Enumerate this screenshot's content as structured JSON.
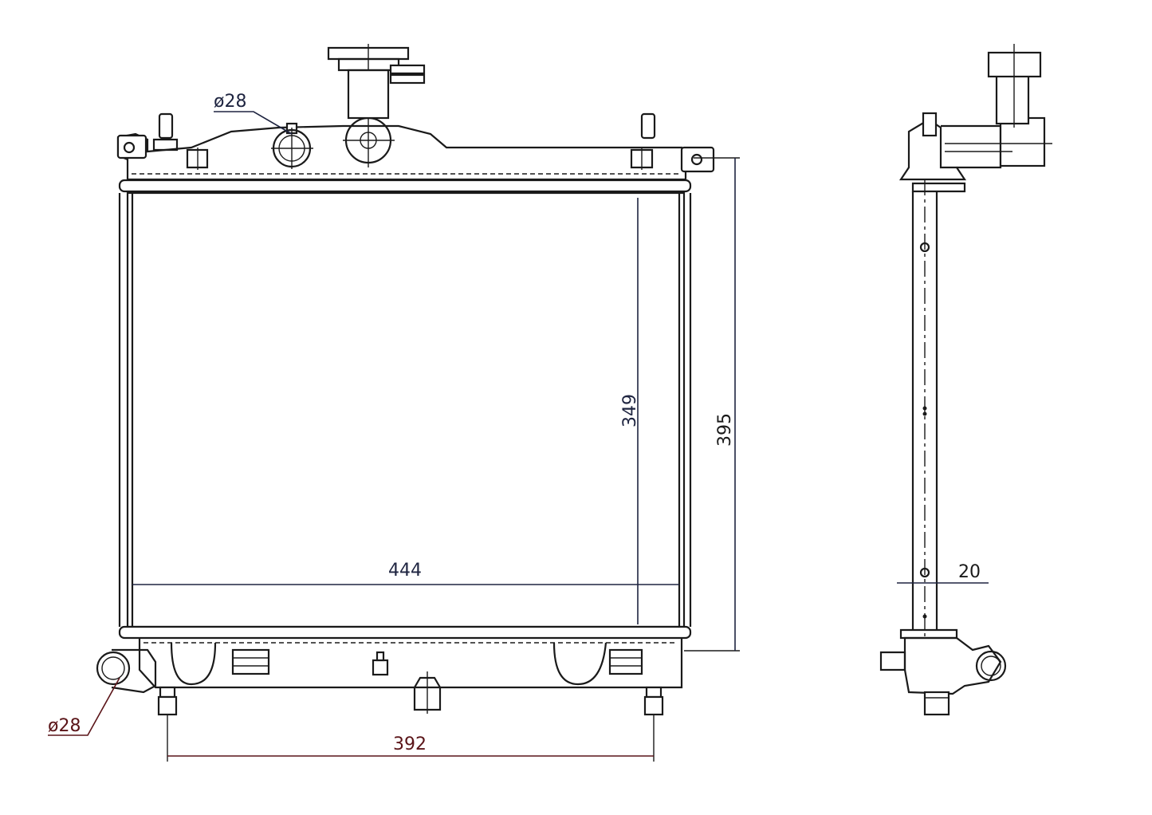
{
  "colors": {
    "outline": "#1a1a1a",
    "dimension_dark": "#1e2440",
    "dimension_red": "#5a1418"
  },
  "dimensions": {
    "core_width": "444",
    "core_height": "349",
    "overall_height": "395",
    "mount_spacing": "392",
    "depth": "20",
    "inlet_diameter": "ø28",
    "outlet_diameter": "ø28"
  }
}
